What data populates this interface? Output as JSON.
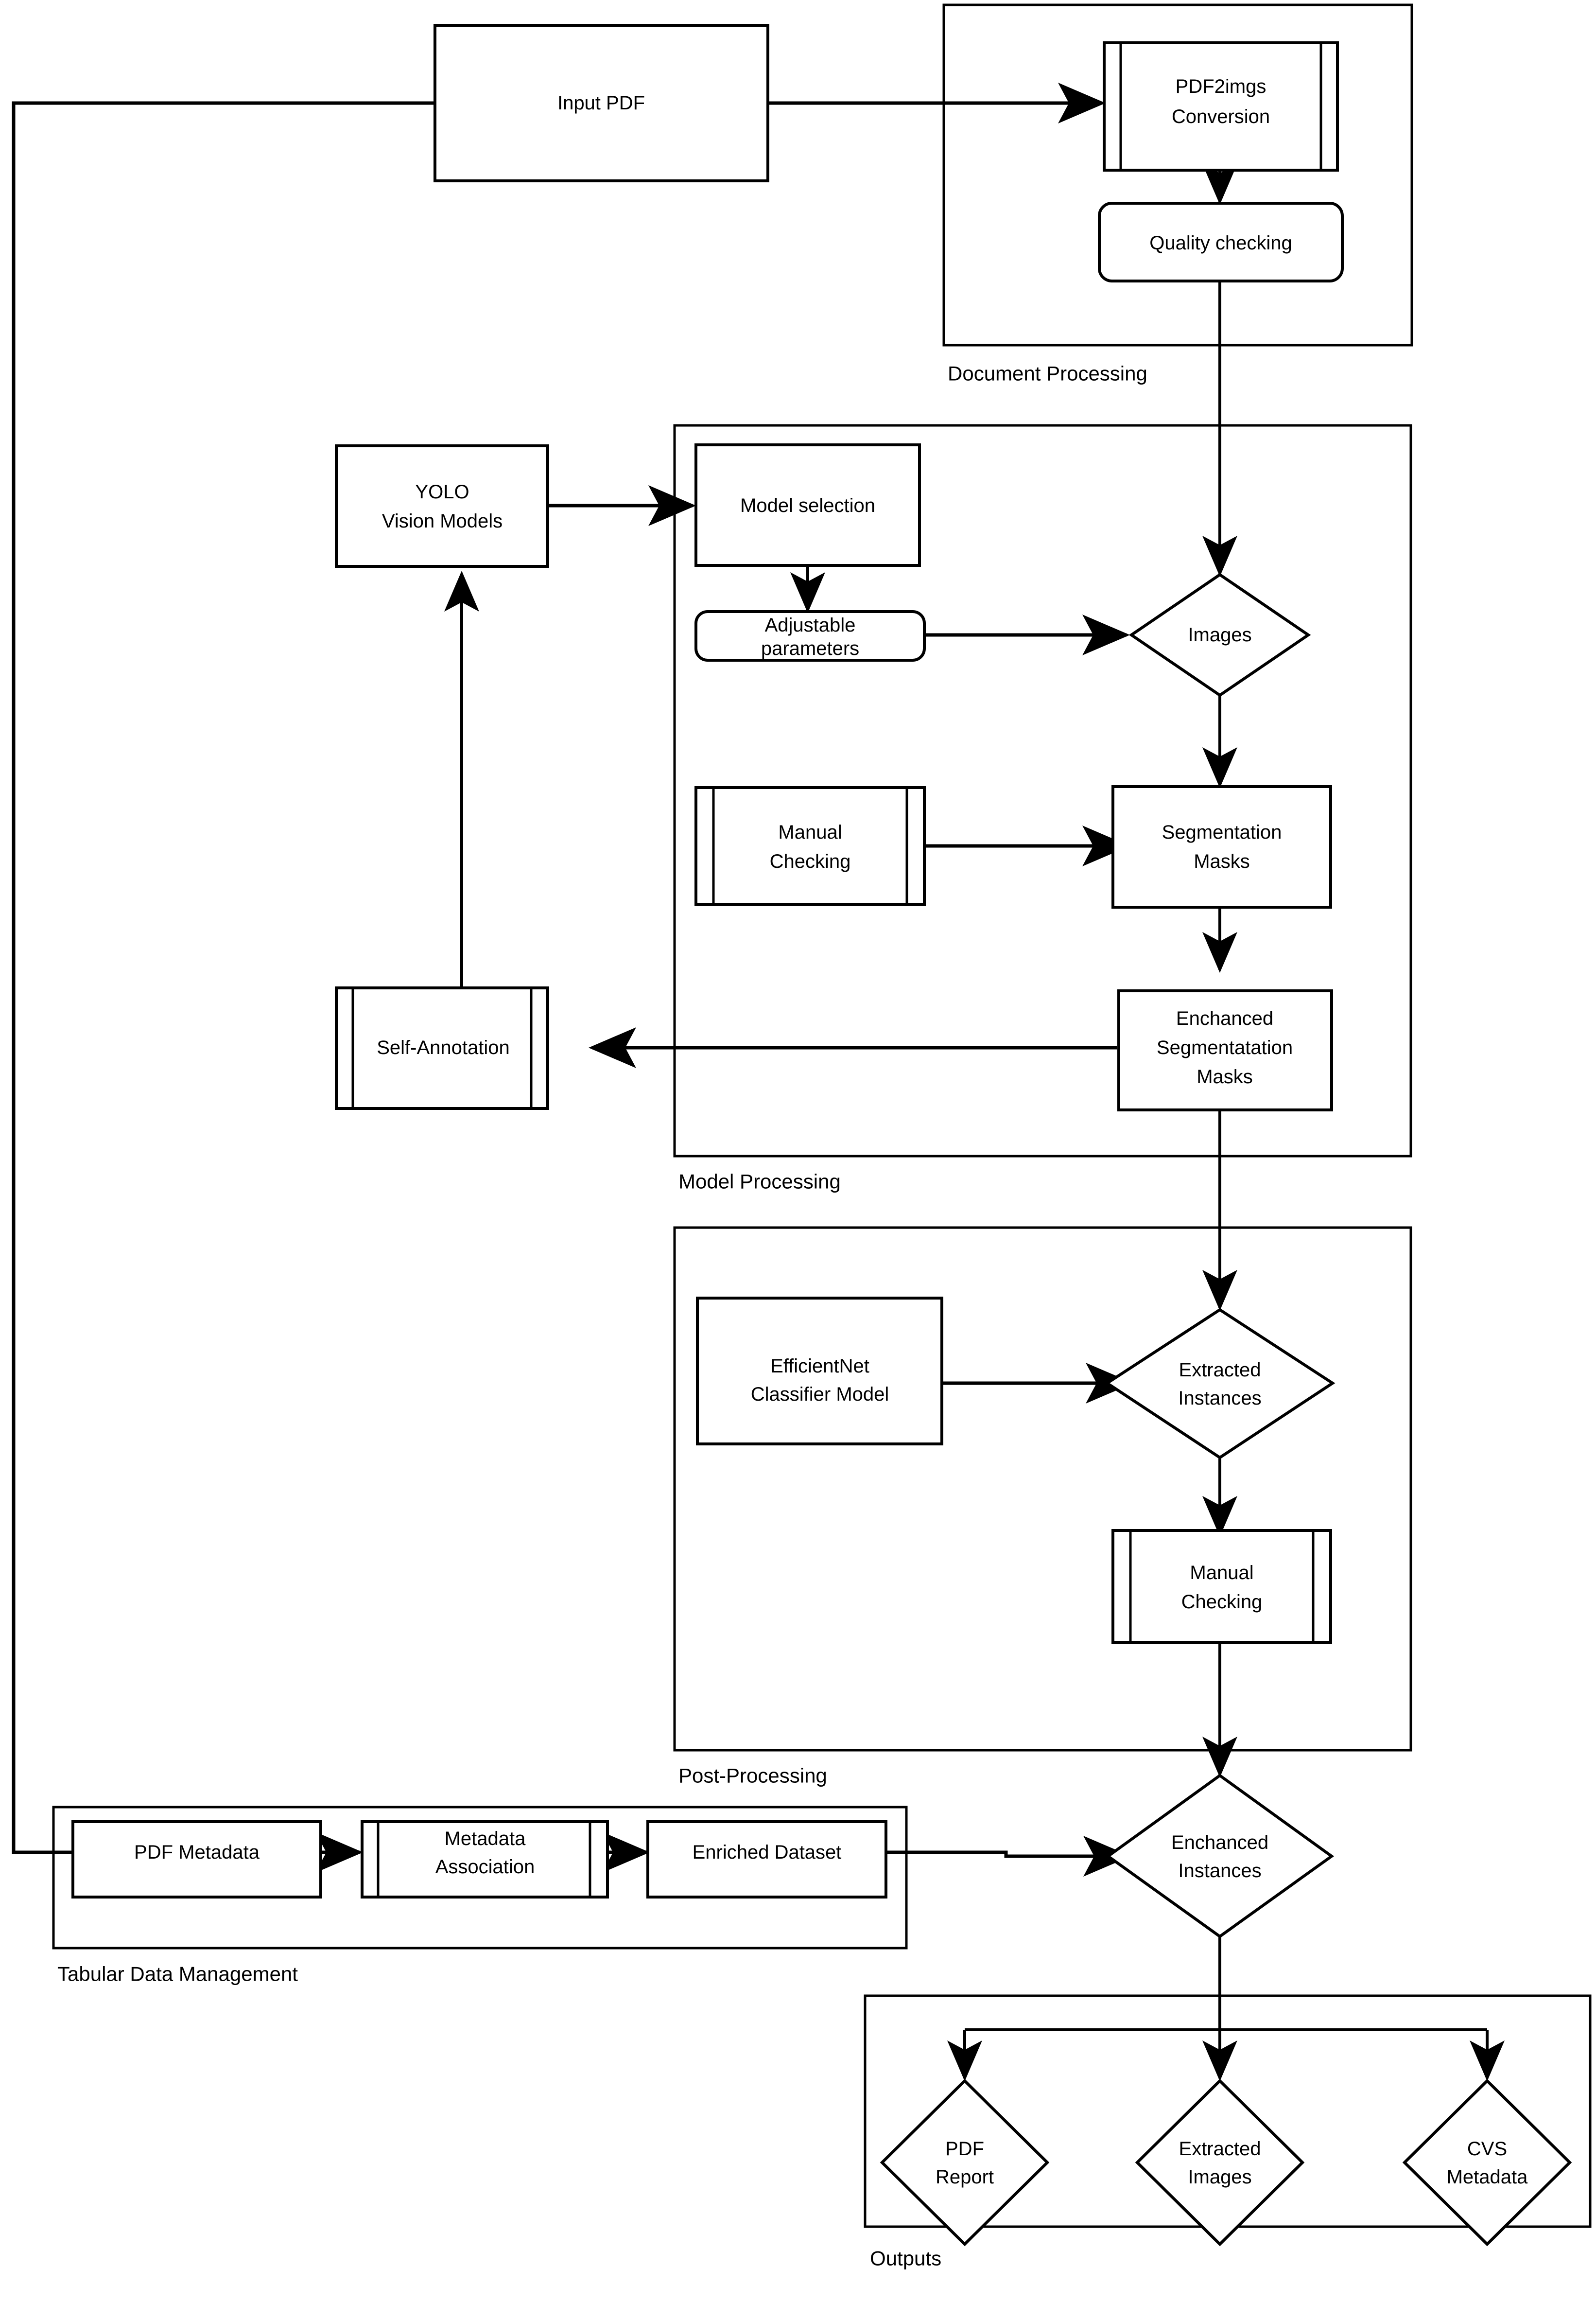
{
  "diagram": {
    "title": "PDF image extraction pipeline flowchart",
    "stroke_color": "#000000",
    "fill_color": "#ffffff",
    "background": "#ffffff"
  },
  "groups": {
    "document_processing": {
      "label": "Document Processing"
    },
    "model_processing": {
      "label": "Model Processing"
    },
    "post_processing": {
      "label": "Post-Processing"
    },
    "tabular_data_management": {
      "label": "Tabular Data Management"
    },
    "outputs": {
      "label": "Outputs"
    }
  },
  "nodes": {
    "input_pdf": {
      "label": "Input PDF",
      "shape": "rectangle"
    },
    "pdf2imgs": {
      "line1": "PDF2imgs",
      "line2": "Conversion",
      "shape": "predefined-process"
    },
    "quality_checking": {
      "label": "Quality checking",
      "shape": "rounded-rectangle"
    },
    "yolo_vision_models": {
      "line1": "YOLO",
      "line2": "Vision Models",
      "shape": "rectangle"
    },
    "model_selection": {
      "label": "Model selection",
      "shape": "rectangle"
    },
    "adjustable_parameters": {
      "line1": "Adjustable",
      "line2": "parameters",
      "shape": "rounded-rectangle"
    },
    "images": {
      "label": "Images",
      "shape": "diamond"
    },
    "manual_checking_model": {
      "line1": "Manual",
      "line2": "Checking",
      "shape": "predefined-process"
    },
    "segmentation_masks": {
      "line1": "Segmentation",
      "line2": "Masks",
      "shape": "rectangle"
    },
    "self_annotation": {
      "label": "Self-Annotation",
      "shape": "predefined-process"
    },
    "enhanced_segmentation_masks": {
      "line1": "Enchanced",
      "line2": "Segmentatation",
      "line3": "Masks",
      "shape": "rectangle"
    },
    "efficientnet_classifier": {
      "line1": "EfficientNet",
      "line2": "Classifier Model",
      "shape": "rectangle"
    },
    "extracted_instances": {
      "line1": "Extracted",
      "line2": "Instances",
      "shape": "diamond"
    },
    "manual_checking_post": {
      "line1": "Manual",
      "line2": "Checking",
      "shape": "predefined-process"
    },
    "pdf_metadata": {
      "label": "PDF Metadata",
      "shape": "rectangle"
    },
    "metadata_association": {
      "line1": "Metadata",
      "line2": "Association",
      "shape": "predefined-process"
    },
    "enriched_dataset": {
      "label": "Enriched Dataset",
      "shape": "rectangle"
    },
    "enhanced_instances": {
      "line1": "Enchanced",
      "line2": "Instances",
      "shape": "diamond"
    },
    "pdf_report": {
      "line1": "PDF",
      "line2": "Report",
      "shape": "diamond"
    },
    "extracted_images": {
      "line1": "Extracted",
      "line2": "Images",
      "shape": "diamond"
    },
    "cvs_metadata": {
      "line1": "CVS",
      "line2": "Metadata",
      "shape": "diamond"
    }
  },
  "edges": [
    {
      "from": "input_pdf",
      "to": "pdf2imgs"
    },
    {
      "from": "pdf2imgs",
      "to": "quality_checking"
    },
    {
      "from": "quality_checking",
      "to": "images"
    },
    {
      "from": "yolo_vision_models",
      "to": "model_selection"
    },
    {
      "from": "model_selection",
      "to": "adjustable_parameters"
    },
    {
      "from": "adjustable_parameters",
      "to": "images"
    },
    {
      "from": "images",
      "to": "segmentation_masks"
    },
    {
      "from": "manual_checking_model",
      "to": "segmentation_masks"
    },
    {
      "from": "segmentation_masks",
      "to": "enhanced_segmentation_masks"
    },
    {
      "from": "enhanced_segmentation_masks",
      "to": "self_annotation"
    },
    {
      "from": "self_annotation",
      "to": "yolo_vision_models"
    },
    {
      "from": "enhanced_segmentation_masks",
      "to": "extracted_instances"
    },
    {
      "from": "efficientnet_classifier",
      "to": "extracted_instances"
    },
    {
      "from": "extracted_instances",
      "to": "manual_checking_post"
    },
    {
      "from": "manual_checking_post",
      "to": "enhanced_instances"
    },
    {
      "from": "input_pdf",
      "to": "pdf_metadata"
    },
    {
      "from": "pdf_metadata",
      "to": "metadata_association"
    },
    {
      "from": "metadata_association",
      "to": "enriched_dataset"
    },
    {
      "from": "enriched_dataset",
      "to": "enhanced_instances"
    },
    {
      "from": "enhanced_instances",
      "to": "pdf_report"
    },
    {
      "from": "enhanced_instances",
      "to": "extracted_images"
    },
    {
      "from": "enhanced_instances",
      "to": "cvs_metadata"
    }
  ]
}
